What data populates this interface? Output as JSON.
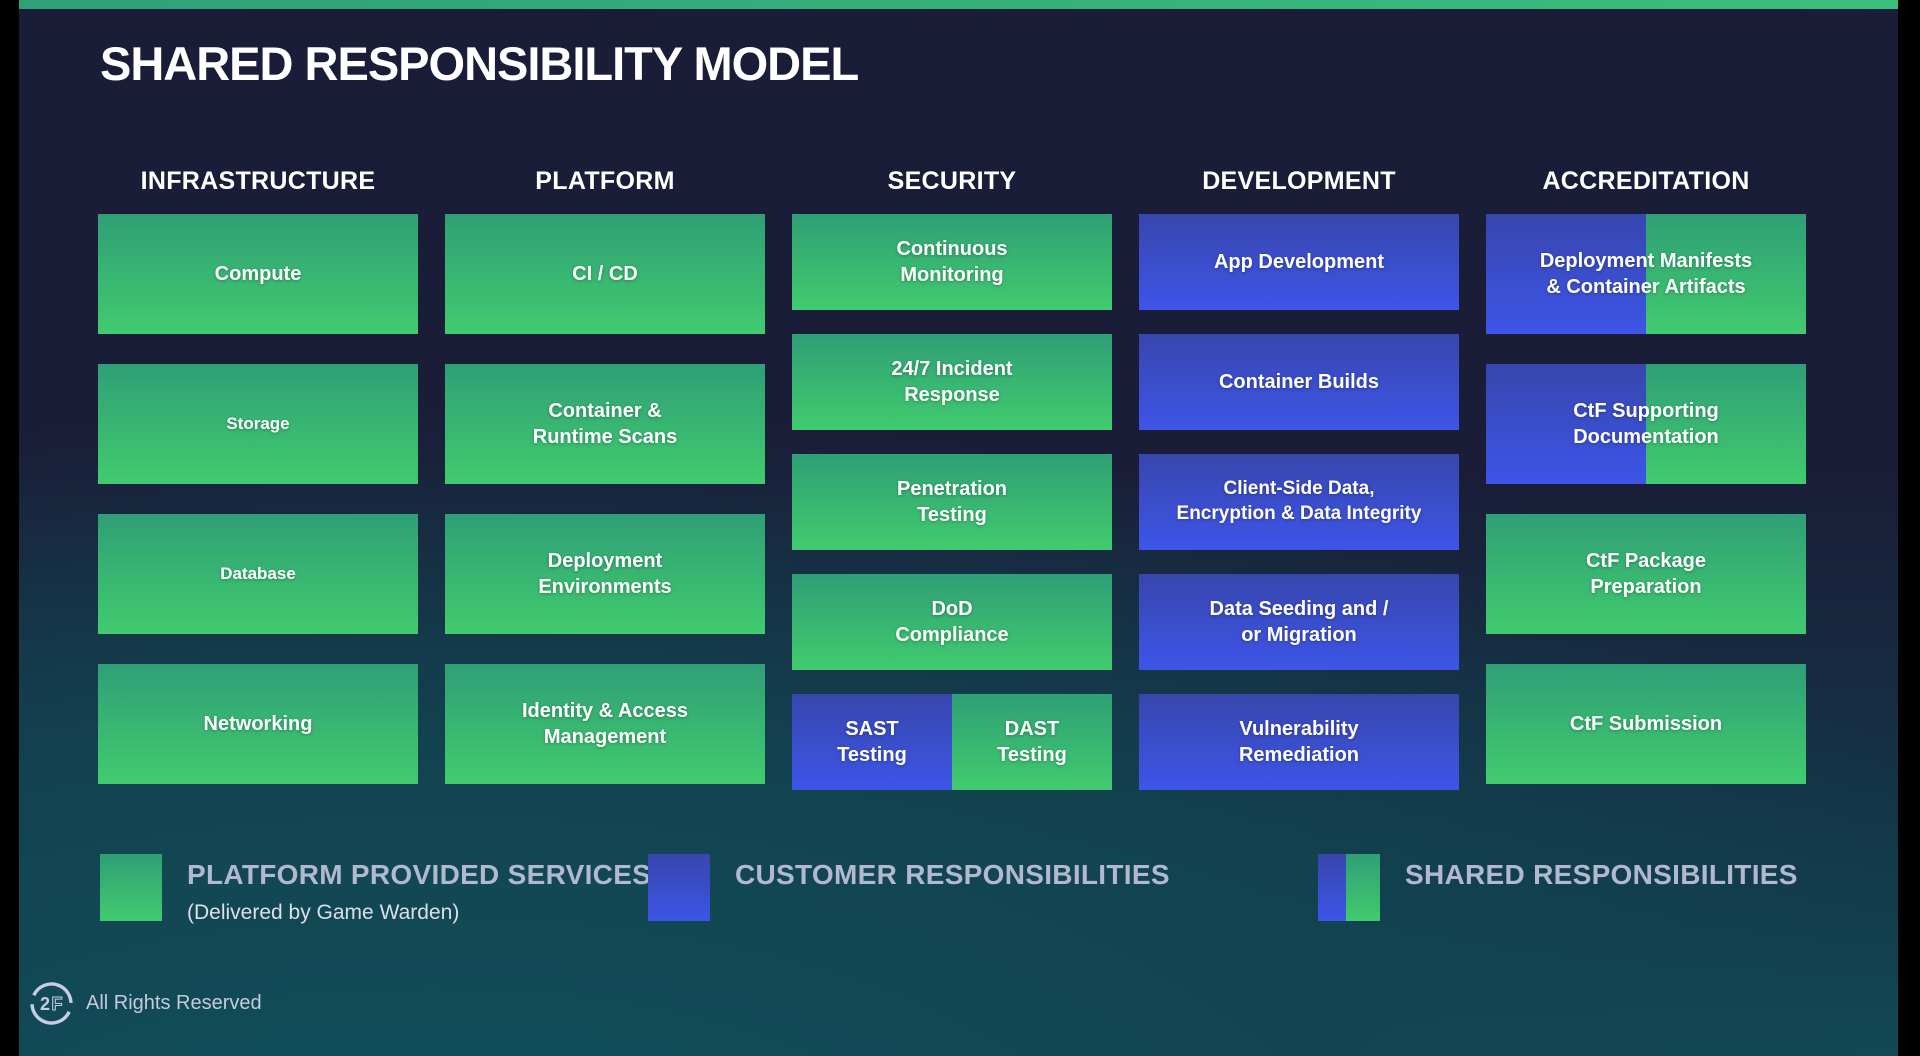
{
  "title": "SHARED RESPONSIBILITY MODEL",
  "colors": {
    "accent_bar": "#31a77a",
    "green_gradient_top": "#2f9f76",
    "green_gradient_bottom": "#41cb6e",
    "blue_gradient_top": "#3846ad",
    "blue_gradient_bottom": "#3d55e8",
    "background_top": "#1a1d38",
    "background_bottom": "#114b55"
  },
  "columns": [
    {
      "header": "INFRASTRUCTURE",
      "boxes": [
        {
          "label": "Compute",
          "variant": "platform"
        },
        {
          "label": "Storage",
          "variant": "platform"
        },
        {
          "label": "Database",
          "variant": "platform"
        },
        {
          "label": "Networking",
          "variant": "platform"
        }
      ]
    },
    {
      "header": "PLATFORM",
      "boxes": [
        {
          "label": "CI / CD",
          "variant": "platform"
        },
        {
          "label": "Container &\nRuntime Scans",
          "variant": "platform"
        },
        {
          "label": "Deployment\nEnvironments",
          "variant": "platform"
        },
        {
          "label": "Identity & Access\nManagement",
          "variant": "platform"
        }
      ]
    },
    {
      "header": "SECURITY",
      "boxes": [
        {
          "label": "Continuous\nMonitoring",
          "variant": "platform"
        },
        {
          "label": "24/7 Incident\nResponse",
          "variant": "platform"
        },
        {
          "label": "Penetration\nTesting",
          "variant": "platform"
        },
        {
          "label": "DoD\nCompliance",
          "variant": "platform"
        },
        {
          "variant": "pair",
          "left": {
            "label": "SAST\nTesting",
            "variant": "customer"
          },
          "right": {
            "label": "DAST\nTesting",
            "variant": "platform"
          }
        }
      ]
    },
    {
      "header": "DEVELOPMENT",
      "boxes": [
        {
          "label": "App Development",
          "variant": "customer"
        },
        {
          "label": "Container Builds",
          "variant": "customer"
        },
        {
          "label": "Client-Side Data,\nEncryption & Data Integrity",
          "variant": "customer"
        },
        {
          "label": "Data Seeding and /\nor Migration",
          "variant": "customer"
        },
        {
          "label": "Vulnerability\nRemediation",
          "variant": "customer"
        }
      ]
    },
    {
      "header": "ACCREDITATION",
      "boxes": [
        {
          "label": "Deployment Manifests\n& Container Artifacts",
          "variant": "shared"
        },
        {
          "label": "CtF Supporting\nDocumentation",
          "variant": "shared"
        },
        {
          "label": "CtF Package\nPreparation",
          "variant": "platform"
        },
        {
          "label": "CtF Submission",
          "variant": "platform"
        }
      ]
    }
  ],
  "legend": [
    {
      "label": "PLATFORM PROVIDED SERVICES",
      "sub": "(Delivered by Game Warden)",
      "variant": "platform"
    },
    {
      "label": "CUSTOMER RESPONSIBILITIES",
      "variant": "customer"
    },
    {
      "label": "SHARED RESPONSIBILITIES",
      "variant": "shared"
    }
  ],
  "footer": {
    "logo_text": "2F",
    "rights": "All Rights Reserved"
  }
}
